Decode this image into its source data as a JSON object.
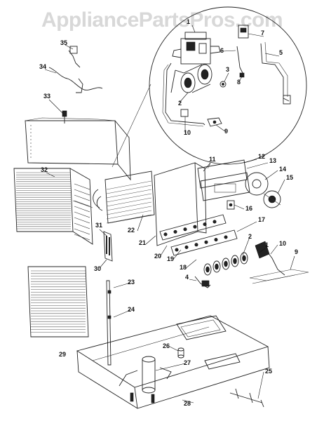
{
  "watermark": "AppliancePartsPros.com",
  "part_labels": {
    "p1": "1",
    "p2": "2",
    "p2b": "2",
    "p3": "3",
    "p4": "4",
    "p5": "5",
    "p6": "6",
    "p7": "7",
    "p8": "8",
    "p9": "9",
    "p9b": "9",
    "p10": "10",
    "p10b": "10",
    "p11": "11",
    "p12": "12",
    "p13": "13",
    "p14": "14",
    "p15": "15",
    "p16": "16",
    "p17": "17",
    "p18": "18",
    "p19": "19",
    "p20": "20",
    "p21": "21",
    "p22": "22",
    "p23": "23",
    "p24": "24",
    "p25": "25",
    "p26": "26",
    "p27": "27",
    "p28": "28",
    "p29": "29",
    "p30": "30",
    "p31": "31",
    "p32": "32",
    "p33": "33",
    "p34": "34",
    "p35": "35"
  }
}
